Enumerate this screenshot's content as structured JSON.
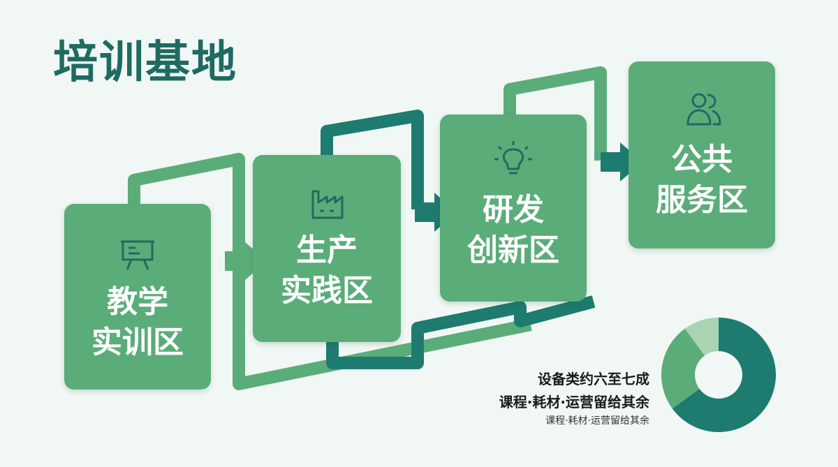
{
  "title": "培训基地",
  "zones": [
    {
      "id": "teaching",
      "line1": "教学",
      "line2": "实训区",
      "icon": "presentation-board-icon"
    },
    {
      "id": "production",
      "line1": "生产",
      "line2": "实践区",
      "icon": "factory-icon"
    },
    {
      "id": "rnd",
      "line1": "研发",
      "line2": "创新区",
      "icon": "lightbulb-icon"
    },
    {
      "id": "public",
      "line1": "公共",
      "line2": "服务区",
      "icon": "users-icon"
    }
  ],
  "allocation": {
    "line1": "设备类约六至七成",
    "line2": "课程·耗材·运营留给其余",
    "line3": "课程·耗材·运营留给其余"
  },
  "donut": {
    "segments": [
      {
        "share": 0.65,
        "color": "#1e7b70"
      },
      {
        "share": 0.25,
        "color": "#5aad78"
      },
      {
        "share": 0.1,
        "color": "#a8d4b4"
      }
    ]
  },
  "colors": {
    "card": "#5aad78",
    "connector_light": "#5aad78",
    "connector_dark": "#1e7b70",
    "title": "#1e6b62",
    "background": "#f1f7f4"
  }
}
